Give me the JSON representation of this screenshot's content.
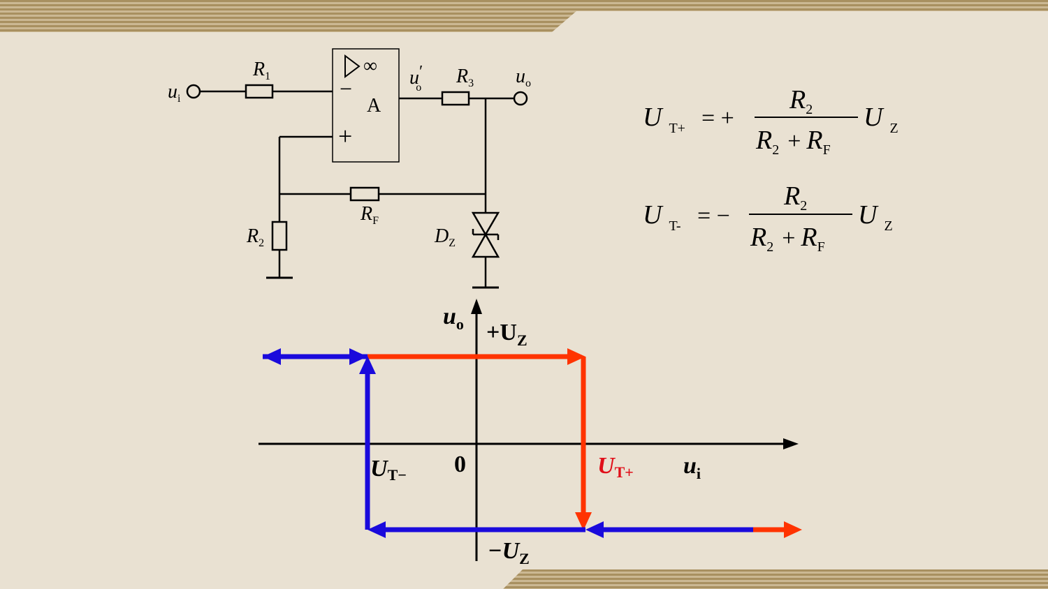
{
  "circuit": {
    "input_label": "u",
    "input_sub": "i",
    "r1_label": "R",
    "r1_sub": "1",
    "opamp_gain": "∞",
    "opamp_name": "A",
    "inverting_sign": "−",
    "noninverting_sign": "+",
    "uo_prime_label": "u",
    "uo_prime_mark": "′",
    "uo_prime_sub": "o",
    "r3_label": "R",
    "r3_sub": "3",
    "output_label": "u",
    "output_sub": "o",
    "rf_label": "R",
    "rf_sub": "F",
    "r2_label": "R",
    "r2_sub": "2",
    "dz_label": "D",
    "dz_sub": "Z"
  },
  "formulas": {
    "upper": {
      "lhs": "U",
      "lhs_sub": "T+",
      "sign": "= +",
      "num": "R",
      "num_sub": "2",
      "den_a": "R",
      "den_a_sub": "2",
      "den_plus": "+",
      "den_b": "R",
      "den_b_sub": "F",
      "tail": "U",
      "tail_sub": "Z"
    },
    "lower": {
      "lhs": "U",
      "lhs_sub": "T-",
      "sign": "= −",
      "num": "R",
      "num_sub": "2",
      "den_a": "R",
      "den_a_sub": "2",
      "den_plus": "+",
      "den_b": "R",
      "den_b_sub": "F",
      "tail": "U",
      "tail_sub": "Z"
    }
  },
  "graph": {
    "y_axis_label": "u",
    "y_axis_sub": "o",
    "x_axis_label": "u",
    "x_axis_sub": "i",
    "origin": "0",
    "plus_uz": "+U",
    "plus_uz_sub": "Z",
    "minus_uz": "−U",
    "minus_uz_sub": "Z",
    "ut_minus": "U",
    "ut_minus_sub": "T−",
    "ut_plus": "U",
    "ut_plus_sub": "T+",
    "colors": {
      "rising": "#ff3300",
      "falling": "#1a0adc"
    }
  }
}
